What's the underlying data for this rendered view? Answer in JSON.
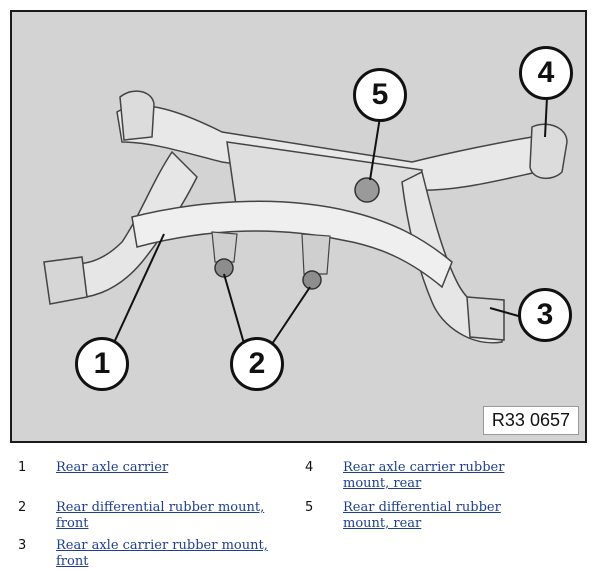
{
  "figure": {
    "id_label": "R33 0657",
    "callouts": [
      "1",
      "2",
      "3",
      "4",
      "5"
    ]
  },
  "legend": [
    {
      "num": "1",
      "text": "Rear axle carrier"
    },
    {
      "num": "2",
      "text": "Rear differential rubber mount, front"
    },
    {
      "num": "3",
      "text": "Rear axle carrier rubber mount, front"
    },
    {
      "num": "4",
      "text": "Rear axle carrier rubber mount, rear"
    },
    {
      "num": "5",
      "text": "Rear differential rubber mount, rear"
    }
  ],
  "colors": {
    "background": "#d3d3d3",
    "link": "#1f3f8f",
    "part_fill": "#e6e6e6",
    "part_shade": "#b8b8b8"
  }
}
